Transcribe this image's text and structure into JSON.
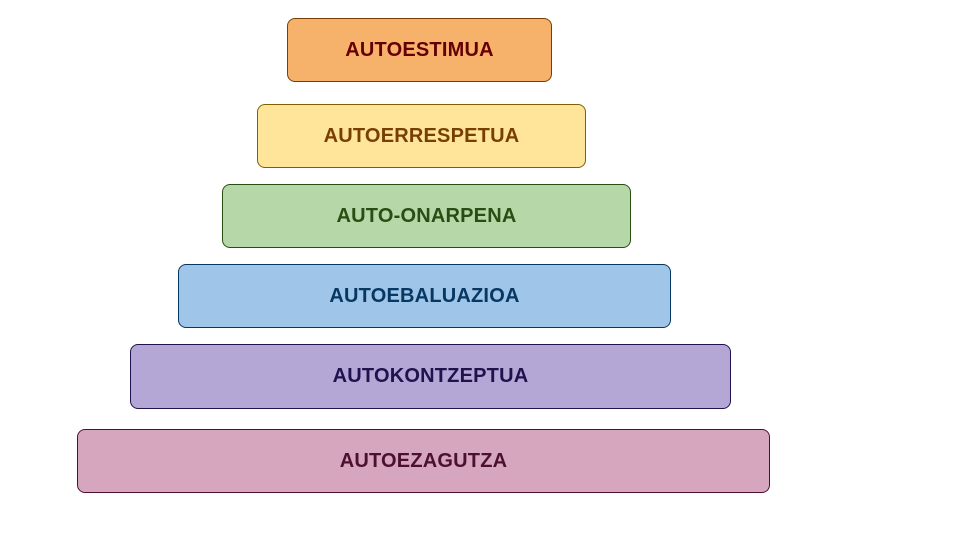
{
  "pyramid": {
    "levels": [
      {
        "label": "AUTOESTIMUA",
        "fill": "#f6b26b",
        "border": "#783f04",
        "text_color": "#660000"
      },
      {
        "label": "AUTOERRESPETUA",
        "fill": "#ffe599",
        "border": "#7f6000",
        "text_color": "#783f04"
      },
      {
        "label": "AUTO-ONARPENA",
        "fill": "#b6d7a8",
        "border": "#274e13",
        "text_color": "#274e13"
      },
      {
        "label": "AUTOEBALUAZIOA",
        "fill": "#9fc5e8",
        "border": "#073763",
        "text_color": "#073763"
      },
      {
        "label": "AUTOKONTZEPTUA",
        "fill": "#b4a7d6",
        "border": "#20124d",
        "text_color": "#20124d"
      },
      {
        "label": "AUTOEZAGUTZA",
        "fill": "#d5a6bd",
        "border": "#4c1130",
        "text_color": "#4c1130"
      }
    ]
  }
}
